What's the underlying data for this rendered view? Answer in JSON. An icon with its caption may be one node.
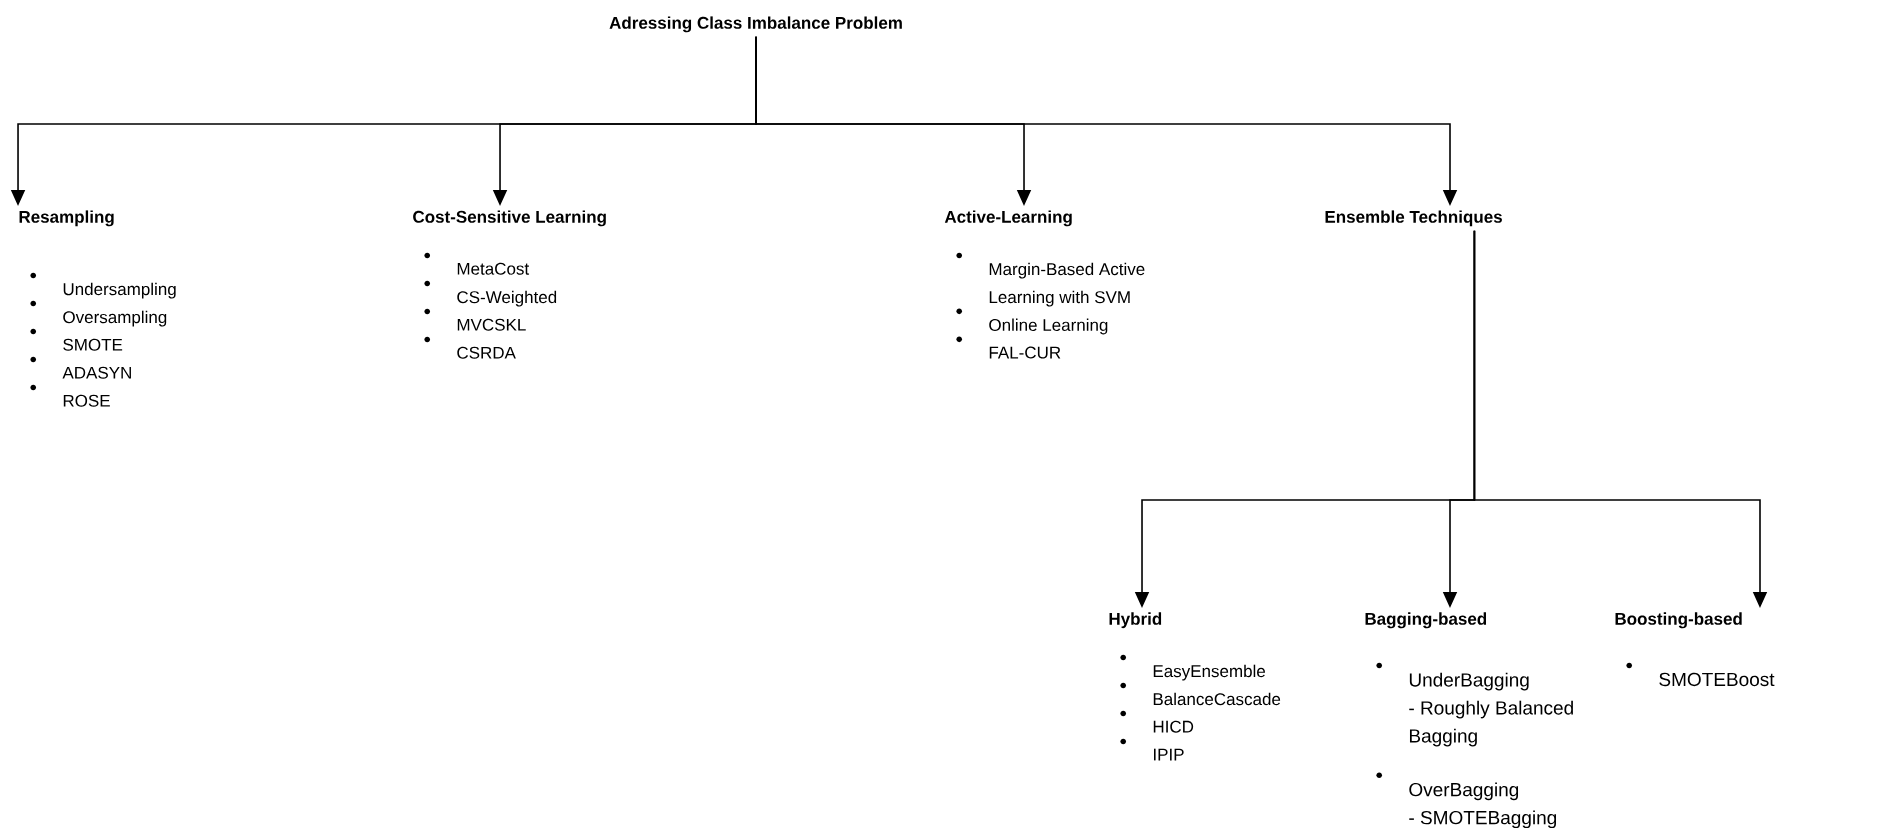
{
  "diagram": {
    "nodes": [
      {
        "text": [
          "Adressing Class Imbalance Problem"
        ]
      },
      {
        "text": [
          "Resampling",
          "Undersampling",
          "Oversampling",
          "SMOTE",
          "ADASYN",
          "ROSE"
        ]
      },
      {
        "text": [
          "Cost-Sensitive Learning",
          "MetaCost",
          "CS-Weighted",
          "MVCSKL",
          "CSRDA"
        ]
      },
      {
        "text": [
          "Active-Learning",
          "Margin-Based Active Learning with SVM",
          "Online Learning",
          "FAL-CUR"
        ]
      },
      {
        "text": [
          "Ensemble Techniques"
        ]
      },
      {
        "text": [
          "Hybrid",
          "EasyEnsemble",
          "BalanceCascade",
          "HICD",
          "IPIP"
        ]
      },
      {
        "text": [
          "Bagging-based",
          "UnderBagging",
          "- Roughly Balanced Bagging",
          "OverBagging",
          "- SMOTEBagging"
        ]
      },
      {
        "text": [
          "Boosting-based",
          "SMOTEBoost"
        ]
      }
    ],
    "edges": [
      {
        "from": 0,
        "to": 1,
        "arrow": "to"
      },
      {
        "from": 0,
        "to": 2,
        "arrow": "to"
      },
      {
        "from": 0,
        "to": 3,
        "arrow": "to"
      },
      {
        "from": 0,
        "to": 4,
        "arrow": "to"
      },
      {
        "from": 4,
        "to": 5,
        "arrow": "to"
      },
      {
        "from": 4,
        "to": 6,
        "arrow": "to"
      },
      {
        "from": 4,
        "to": 7,
        "arrow": "to"
      }
    ]
  }
}
